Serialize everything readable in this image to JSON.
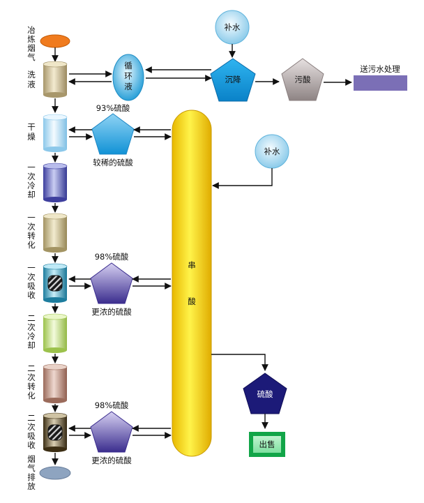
{
  "labels": {
    "smelter_gas": [
      "冶",
      "炼",
      "烟",
      "气"
    ],
    "washing": [
      "洗",
      "液"
    ],
    "circ_liquid": [
      "循",
      "环",
      "液"
    ],
    "settling": "沉降",
    "waste_acid": "污酸",
    "to_wastewater": "送污水处理",
    "makeup_water_1": "补水",
    "makeup_water_2": "补水",
    "acid_93": "93%硫酸",
    "dilute_acid": "较稀的硫酸",
    "drying": [
      "干",
      "燥"
    ],
    "cool_1": [
      "一",
      "次",
      "冷",
      "却"
    ],
    "convert_1": [
      "一",
      "次",
      "转",
      "化"
    ],
    "acid_98_1": "98%硫酸",
    "absorb_1": [
      "一",
      "次",
      "吸",
      "收"
    ],
    "conc_acid_1": "更浓的硫酸",
    "cool_2": [
      "二",
      "次",
      "冷",
      "却"
    ],
    "convert_2": [
      "二",
      "次",
      "转",
      "化"
    ],
    "acid_98_2": "98%硫酸",
    "absorb_2": [
      "二",
      "次",
      "吸",
      "收"
    ],
    "conc_acid_2": "更浓的硫酸",
    "exhaust": [
      "烟",
      "气",
      "排",
      "放"
    ],
    "serial_acid": [
      "串",
      "酸"
    ],
    "sulfuric_acid": "硫酸",
    "sale": "出售"
  },
  "colors": {
    "feed_ellipse": "#f07b1e",
    "wash_column": "#cdbd95",
    "drying_column": "#c8e8f8",
    "cool1_column": "#6f72c2",
    "convert1_column": "#cbbf92",
    "absorb1_column": "#3fa7c9",
    "cool2_column": "#cde889",
    "convert2_column": "#c69a8a",
    "absorb2_column": "#6a5a3a",
    "exhaust_ellipse": "#8ea4c0",
    "serial_tank": "#ffe100",
    "settling_pentagon": "#1a9ee0",
    "waste_acid_pentagon": "#b0a8a8",
    "wastewater_box": "#7b6fb6",
    "water_circle": "#a6d8f0",
    "blue_pentagon": "#2aa6e4",
    "purple_pentagon": "#5848a8",
    "sulfuric_pentagon": "#1c1a78",
    "sale_box": "#12a548"
  }
}
